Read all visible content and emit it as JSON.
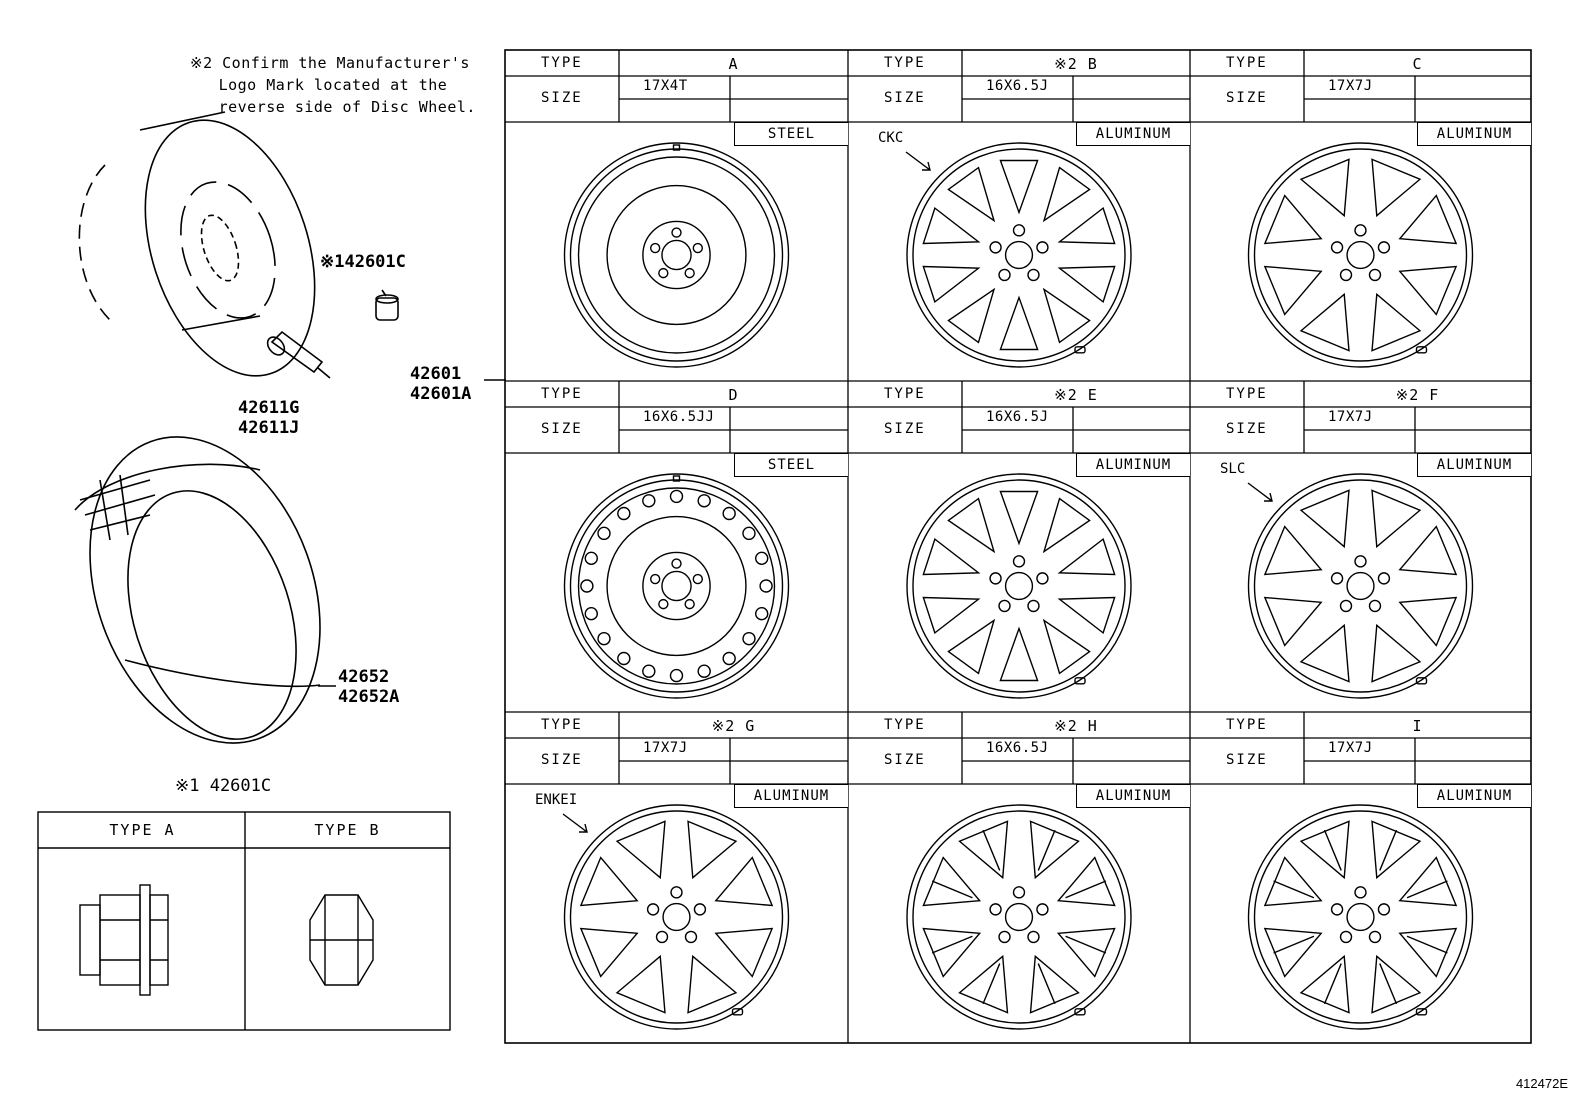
{
  "note": "※2 Confirm the Manufacturer's\n   Logo Mark located at the\n   reverse side of Disc Wheel.",
  "parts": {
    "cap": "※142601C",
    "valve": [
      "42611G",
      "42611J"
    ],
    "wheel": [
      "42601",
      "42601A"
    ],
    "tire": [
      "42652",
      "42652A"
    ],
    "nut": "※1 42601C"
  },
  "nut_types": [
    "TYPE A",
    "TYPE B"
  ],
  "table_labels": {
    "type": "TYPE",
    "size": "SIZE"
  },
  "wheels": [
    {
      "type": "A",
      "size": "17X4T",
      "material": "STEEL",
      "brand": "",
      "style": "steel-spare"
    },
    {
      "type": "※2 B",
      "size": "16X6.5J",
      "material": "ALUMINUM",
      "brand": "CKC",
      "style": "alloy-10"
    },
    {
      "type": "C",
      "size": "17X7J",
      "material": "ALUMINUM",
      "brand": "",
      "style": "alloy-8"
    },
    {
      "type": "D",
      "size": "16X6.5JJ",
      "material": "STEEL",
      "brand": "",
      "style": "steel-holes"
    },
    {
      "type": "※2 E",
      "size": "16X6.5J",
      "material": "ALUMINUM",
      "brand": "",
      "style": "alloy-10"
    },
    {
      "type": "※2 F",
      "size": "17X7J",
      "material": "ALUMINUM",
      "brand": "SLC",
      "style": "alloy-8"
    },
    {
      "type": "※2 G",
      "size": "17X7J",
      "material": "ALUMINUM",
      "brand": "ENKEI",
      "style": "alloy-8"
    },
    {
      "type": "※2 H",
      "size": "16X6.5J",
      "material": "ALUMINUM",
      "brand": "",
      "style": "alloy-split"
    },
    {
      "type": "I",
      "size": "17X7J",
      "material": "ALUMINUM",
      "brand": "",
      "style": "alloy-split"
    }
  ],
  "diagram_id": "412472E"
}
